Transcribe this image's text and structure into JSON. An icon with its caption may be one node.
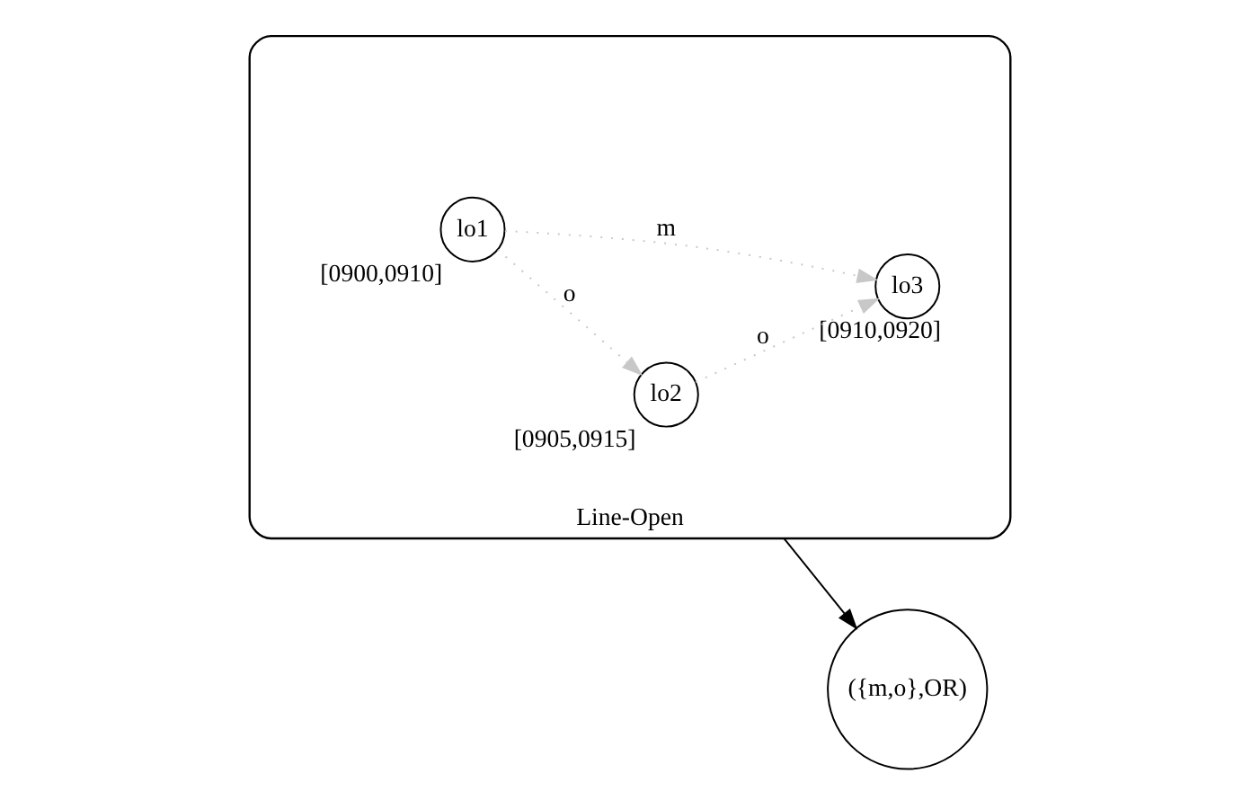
{
  "diagram": {
    "nodes": [
      {
        "text": [
          "Line-Open"
        ]
      },
      {
        "text": [
          "lo2"
        ],
        "in": 0,
        "beside": [
          "[0905,0915]"
        ]
      },
      {
        "text": [
          "lo1"
        ],
        "in": 0,
        "beside": [
          "[0900,0910]"
        ]
      },
      {
        "text": [
          "lo3"
        ],
        "in": 0,
        "beside": [
          "[0910,0920]"
        ]
      },
      {
        "text": [
          "({m,o},OR)"
        ]
      }
    ],
    "edges": [
      {
        "from": 2,
        "to": 1,
        "arrow": "to",
        "label": "o",
        "style": "dashed",
        "color": "#c8c8c8"
      },
      {
        "from": 1,
        "to": 3,
        "arrow": "to",
        "label": "o",
        "style": "dashed",
        "color": "#c8c8c8"
      },
      {
        "from": 2,
        "to": 3,
        "arrow": "to",
        "label": "m",
        "style": "dashed",
        "color": "#c8c8c8"
      },
      {
        "from": 0,
        "to": 4,
        "arrow": "to",
        "color": "#000000"
      }
    ]
  }
}
